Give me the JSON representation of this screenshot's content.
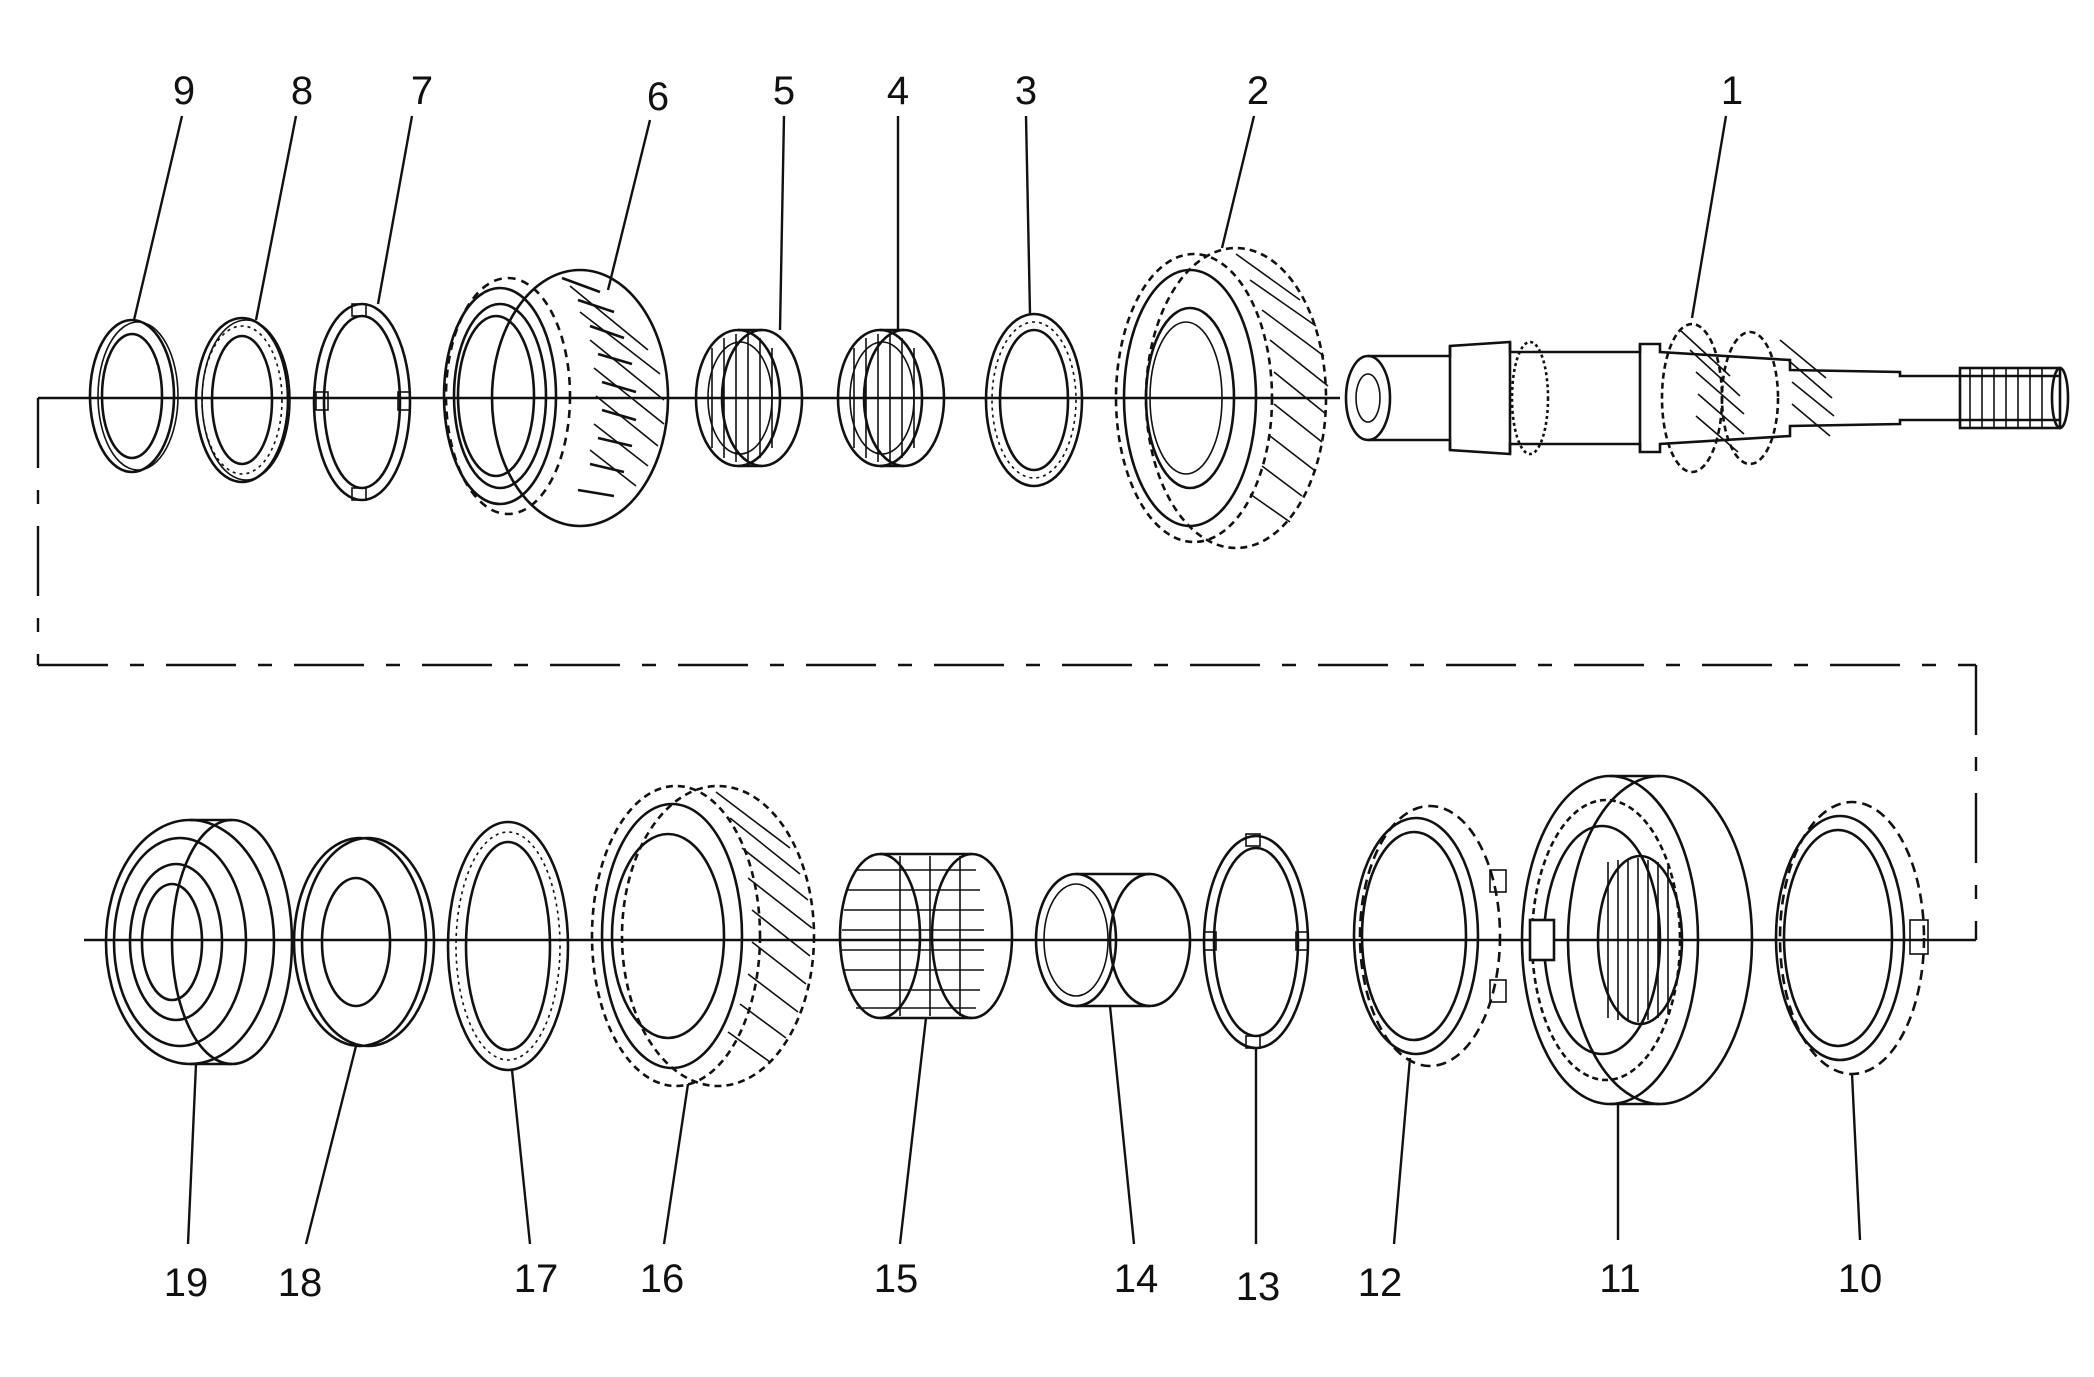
{
  "callouts": {
    "c1": "1",
    "c2": "2",
    "c3": "3",
    "c4": "4",
    "c5": "5",
    "c6": "6",
    "c7": "7",
    "c8": "8",
    "c9": "9",
    "c10": "10",
    "c11": "11",
    "c12": "12",
    "c13": "13",
    "c14": "14",
    "c15": "15",
    "c16": "16",
    "c17": "17",
    "c18": "18",
    "c19": "19"
  },
  "colors": {
    "ink": "#111111",
    "background": "#ffffff"
  }
}
